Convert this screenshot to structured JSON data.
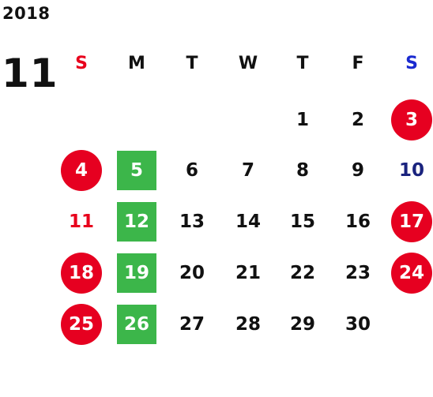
{
  "year": "2018",
  "month": "11",
  "colors": {
    "text": "#111111",
    "sunday_red": "#e8001c",
    "saturday_blue": "#1a237e",
    "holiday_circle": "#e60020",
    "highlight_square": "#3cb64a"
  },
  "weekdays": [
    {
      "label": "S",
      "type": "sunday"
    },
    {
      "label": "M",
      "type": "weekday"
    },
    {
      "label": "T",
      "type": "weekday"
    },
    {
      "label": "W",
      "type": "weekday"
    },
    {
      "label": "T",
      "type": "weekday"
    },
    {
      "label": "F",
      "type": "weekday"
    },
    {
      "label": "S",
      "type": "saturday"
    }
  ],
  "weeks": [
    [
      null,
      null,
      null,
      null,
      {
        "day": "1"
      },
      {
        "day": "2"
      },
      {
        "day": "3",
        "style": "circle"
      }
    ],
    [
      {
        "day": "4",
        "style": "circle"
      },
      {
        "day": "5",
        "style": "square"
      },
      {
        "day": "6"
      },
      {
        "day": "7"
      },
      {
        "day": "8"
      },
      {
        "day": "9"
      },
      {
        "day": "10",
        "style": "blue"
      }
    ],
    [
      {
        "day": "11",
        "style": "red"
      },
      {
        "day": "12",
        "style": "square"
      },
      {
        "day": "13"
      },
      {
        "day": "14"
      },
      {
        "day": "15"
      },
      {
        "day": "16"
      },
      {
        "day": "17",
        "style": "circle"
      }
    ],
    [
      {
        "day": "18",
        "style": "circle"
      },
      {
        "day": "19",
        "style": "square"
      },
      {
        "day": "20"
      },
      {
        "day": "21"
      },
      {
        "day": "22"
      },
      {
        "day": "23"
      },
      {
        "day": "24",
        "style": "circle"
      }
    ],
    [
      {
        "day": "25",
        "style": "circle"
      },
      {
        "day": "26",
        "style": "square"
      },
      {
        "day": "27"
      },
      {
        "day": "28"
      },
      {
        "day": "29"
      },
      {
        "day": "30"
      },
      null
    ]
  ]
}
